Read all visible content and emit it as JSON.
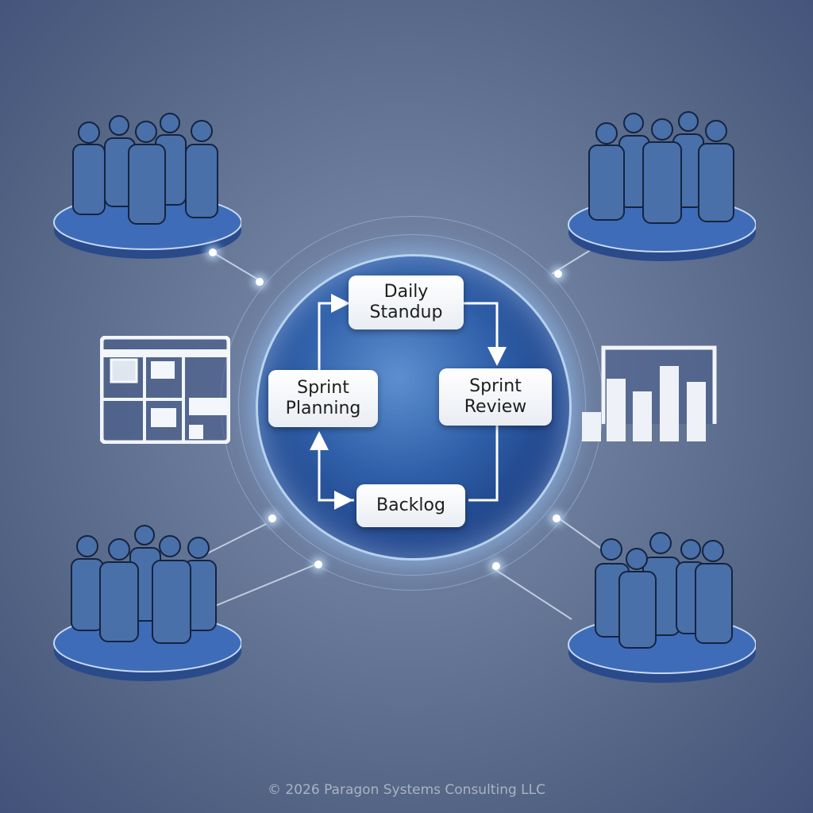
{
  "diagram": {
    "title": "Agile sprint cycle around globe",
    "cycle_nodes": [
      {
        "id": "daily-standup",
        "lines": [
          "Daily",
          "Standup"
        ]
      },
      {
        "id": "sprint-review",
        "lines": [
          "Sprint",
          "Review"
        ]
      },
      {
        "id": "backlog",
        "lines": [
          "Backlog"
        ]
      },
      {
        "id": "sprint-planning",
        "lines": [
          "Sprint",
          "Planning"
        ]
      }
    ],
    "arrows": [
      {
        "from": "sprint-planning",
        "to": "daily-standup"
      },
      {
        "from": "daily-standup",
        "to": "sprint-review"
      },
      {
        "from": "sprint-review",
        "to": "backlog"
      },
      {
        "from": "backlog",
        "to": "sprint-planning"
      }
    ],
    "teams": [
      "team-top-left",
      "team-top-right",
      "team-bottom-left",
      "team-bottom-right"
    ],
    "side_icons": [
      "kanban-board-icon",
      "bar-chart-icon"
    ],
    "colors": {
      "background": "#5a6b8c",
      "globe": "#2f5fa8",
      "node_bg": "#ffffff",
      "text": "#1e1e1e",
      "footer": "#aab3c4"
    }
  },
  "footer": {
    "copyright": "© 2026 Paragon Systems Consulting LLC"
  }
}
